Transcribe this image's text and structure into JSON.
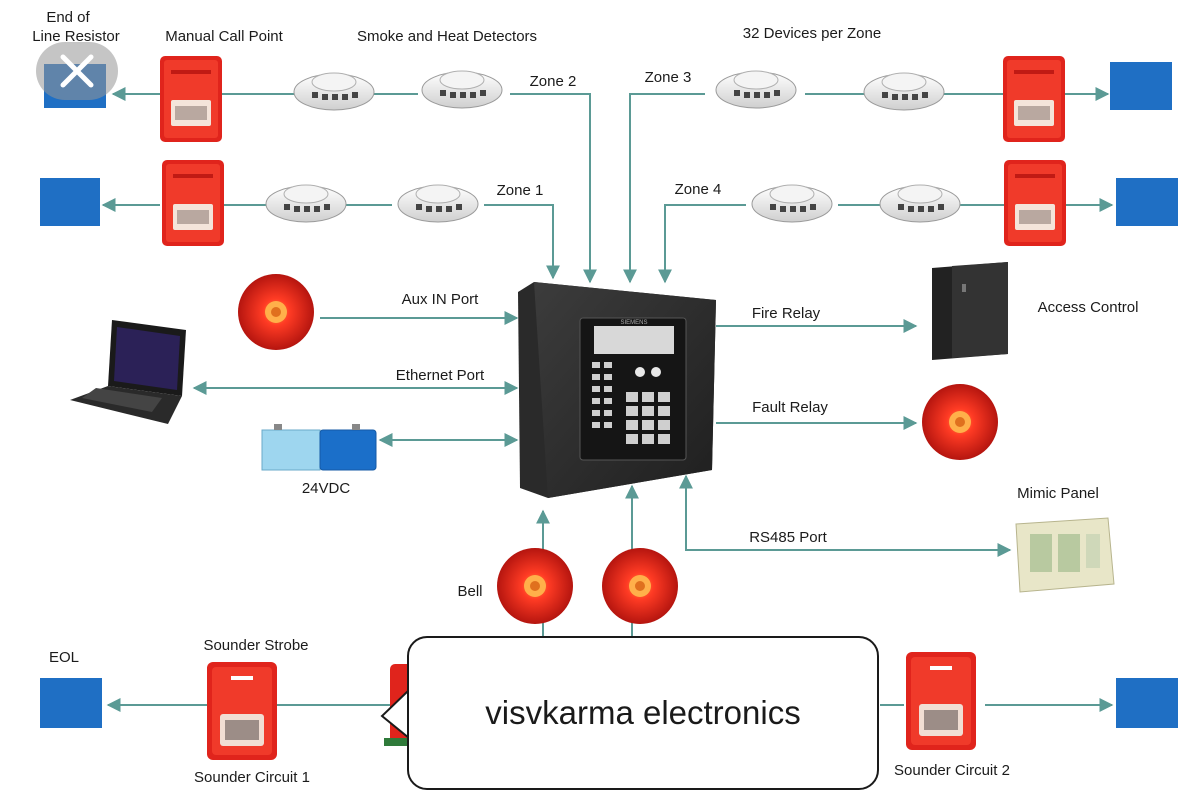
{
  "labels": {
    "end_of_line": [
      "End of",
      "Line Resistor"
    ],
    "manual_call_point": "Manual Call Point",
    "smoke_heat": "Smoke and Heat  Detectors",
    "devices_per_zone": "32 Devices per Zone",
    "zone1": "Zone 1",
    "zone2": "Zone 2",
    "zone3": "Zone 3",
    "zone4": "Zone 4",
    "aux_in": "Aux IN Port",
    "ethernet": "Ethernet Port",
    "vdc": "24VDC",
    "fire_relay": "Fire Relay",
    "access_control": "Access Control",
    "fault_relay": "Fault Relay",
    "mimic_panel": "Mimic Panel",
    "rs485": "RS485 Port",
    "bell": "Bell",
    "eol": "EOL",
    "sounder_strobe": "Sounder Strobe",
    "sounder_circuit_1": "Sounder Circuit 1",
    "sounder_circuit_2": "Sounder Circuit 2",
    "panel_brand": "SIEMENS"
  },
  "bubble": {
    "text": "visvkarma electronics"
  },
  "colors": {
    "wire": "#5b9a95",
    "eol_blue": "#1f6fc4",
    "alarm_red": "#d7261e",
    "panel_dark": "#2b2b2b"
  },
  "icons": {
    "close": "close-icon",
    "laptop": "laptop-icon",
    "battery": "battery-icon",
    "bell": "bell-icon"
  }
}
